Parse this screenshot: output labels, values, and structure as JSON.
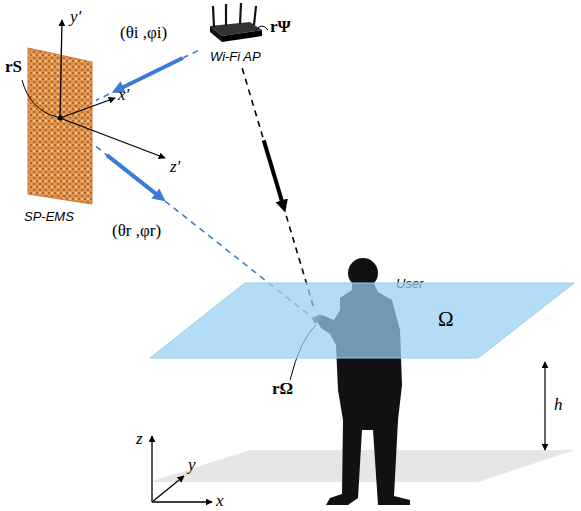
{
  "diagram": {
    "nodes": [
      {
        "text": [
          "Wi-Fi AP"
        ]
      },
      {
        "text": [
          "SP-EMS"
        ]
      },
      {
        "text": [
          "User"
        ]
      },
      {
        "text": [
          "Ω"
        ]
      }
    ],
    "edges": [
      {
        "from": 0,
        "to": 1,
        "arrow": "to",
        "label": "(θi ,φi)"
      },
      {
        "from": 1,
        "to": 2,
        "arrow": "to",
        "label": "(θr ,φr)"
      },
      {
        "from": 0,
        "to": 2,
        "arrow": "to"
      }
    ],
    "labels": [
      "rS",
      "rΨ",
      "rΩ",
      "x'",
      "y'",
      "z'",
      "x",
      "y",
      "z",
      "h"
    ]
  }
}
